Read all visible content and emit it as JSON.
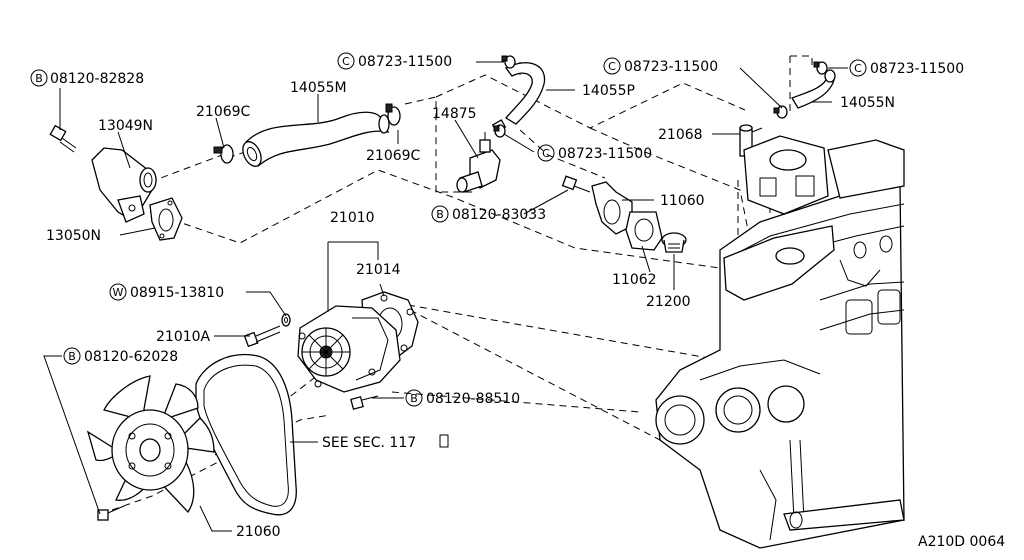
{
  "labels": {
    "bolt_82828": "08120-82828",
    "elbow_13049n": "13049N",
    "gasket_13050n": "13050N",
    "clamp_21069c_left": "21069C",
    "hose_14055m": "14055M",
    "clamp_21069c_right": "21069C",
    "valve_14875": "14875",
    "clamp_11500_top": "08723-11500",
    "hose_14055p": "14055P",
    "clamp_11500_mid": "08723-11500",
    "clamp_11500_right": "08723-11500",
    "clamp_11500_far": "08723-11500",
    "hose_14055n": "14055N",
    "sensor_21068": "21068",
    "bolt_83033": "08120-83033",
    "housing_11060": "11060",
    "gasket_11062": "11062",
    "thermostat_21200": "21200",
    "pump_21010": "21010",
    "gasket_21014": "21014",
    "washer_13810": "08915-13810",
    "bolt_21010a": "21010A",
    "bolt_62028": "08120-62028",
    "bolt_88510": "08120-88510",
    "belt_ref": "SEE SEC. 117",
    "fan_21060": "21060",
    "diagram_code": "A210D 0064"
  },
  "prefixes": {
    "bolt": "B",
    "clamp": "C",
    "washer": "W"
  }
}
